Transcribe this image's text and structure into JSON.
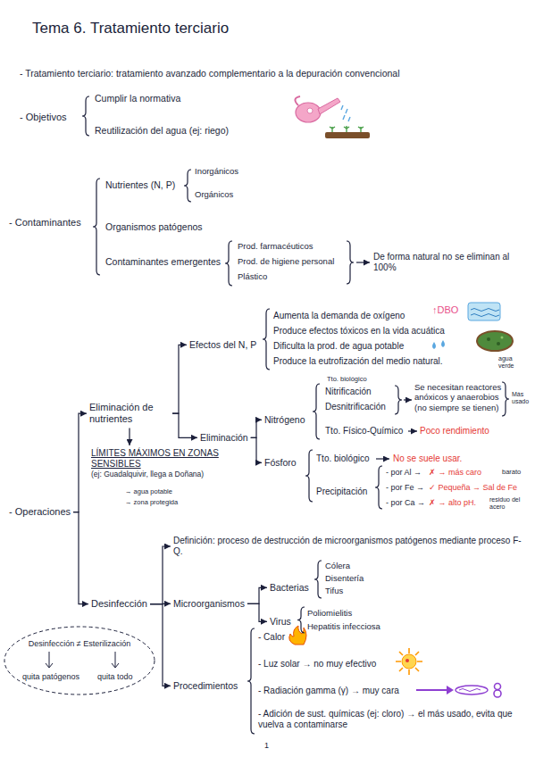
{
  "diagram": {
    "title": "Tema 6. Tratamiento terciario",
    "nodes": [
      {
        "text": [
          "Efectos del N, P"
        ]
      },
      {
        "text": [
          "Eliminación de nutrientes"
        ]
      },
      {
        "text": [
          "Nitrógeno"
        ]
      },
      {
        "text": [
          "Eliminación"
        ]
      },
      {
        "text": [
          "LÍMITES MÁXIMOS EN ZONAS SENSIBLES",
          "(ej: Guadalquivir, llega a Doñana)"
        ]
      },
      {
        "text": [
          "Fósforo"
        ]
      },
      {
        "text": [
          "- Operaciones"
        ]
      },
      {
        "text": [
          "Definición: proceso de destrucción de microorganismos patógenos mediante proceso F-Q."
        ]
      },
      {
        "text": [
          "Desinfección"
        ]
      },
      {
        "text": [
          "Microorganismos"
        ]
      },
      {
        "text": [
          "Bacterias"
        ]
      },
      {
        "text": [
          "Virus"
        ]
      },
      {
        "text": [
          "Desinfección ≠ Esterilización",
          "quita patógenos",
          "quita todo"
        ]
      },
      {
        "text": [
          "Procedimientos"
        ]
      }
    ],
    "edges": [
      {
        "from": 6,
        "to": 1,
        "arrow": "to"
      },
      {
        "from": 6,
        "to": 8,
        "arrow": "to"
      },
      {
        "from": 1,
        "to": 0,
        "arrow": "to"
      },
      {
        "from": 1,
        "to": 3,
        "arrow": "to"
      },
      {
        "from": 1,
        "to": 4,
        "arrow": "to"
      },
      {
        "from": 3,
        "to": 2,
        "arrow": "to"
      },
      {
        "from": 3,
        "to": 5,
        "arrow": "to"
      },
      {
        "from": 8,
        "to": 7,
        "arrow": "to"
      },
      {
        "from": 8,
        "to": 9,
        "arrow": "to"
      },
      {
        "from": 8,
        "to": 13,
        "arrow": "to"
      },
      {
        "from": 9,
        "to": 10,
        "arrow": "to"
      },
      {
        "from": 9,
        "to": 11,
        "arrow": "to"
      }
    ],
    "labels": [
      "- Tratamiento terciario: tratamiento avanzado complementario a la depuración convencional",
      "- Objetivos",
      "Cumplir la normativa",
      "Reutilización del agua (ej: riego)",
      "- Contaminantes",
      "Nutrientes (N, P)",
      "Inorgánicos",
      "Orgánicos",
      "Organismos patógenos",
      "Contaminantes emergentes",
      "Prod. farmacéuticos",
      "Prod. de higiene personal",
      "Plástico",
      "De forma natural no se eliminan al 100%",
      "↑DBO",
      "Aumenta la demanda de oxígeno",
      "Produce efectos tóxicos en la vida acuática",
      "Dificulta la prod. de agua potable",
      "Produce la eutrofización del medio natural.",
      "agua verde",
      "Tto. biológico",
      "Nitrificación",
      "Desnitrificación",
      "Se necesitan reactores anóxicos y anaerobios (no siempre se tienen)",
      "Más usado",
      "Tto. Físico-Químico",
      "Poco rendimiento",
      "Tto. biológico",
      "No se suele usar.",
      "- por Al →",
      "✗ → más caro",
      "barato",
      "Precipitación",
      "- por Fe →",
      "✓ Pequeña → Sal de Fe",
      "→ agua potable",
      "residuo del acero",
      "- por Ca →",
      "✗ → alto pH.",
      "→ zona protegida",
      "Cólera",
      "Disentería",
      "Tifus",
      "Poliomielitis",
      "Hepatitis infecciosa",
      "- Calor",
      "- Luz solar → no muy efectivo",
      "- Radiación gamma (γ) → muy cara",
      "- Adición de sust. químicas (ej: cloro) → el más usado, evita que vuelva a contaminarse",
      "1"
    ]
  }
}
